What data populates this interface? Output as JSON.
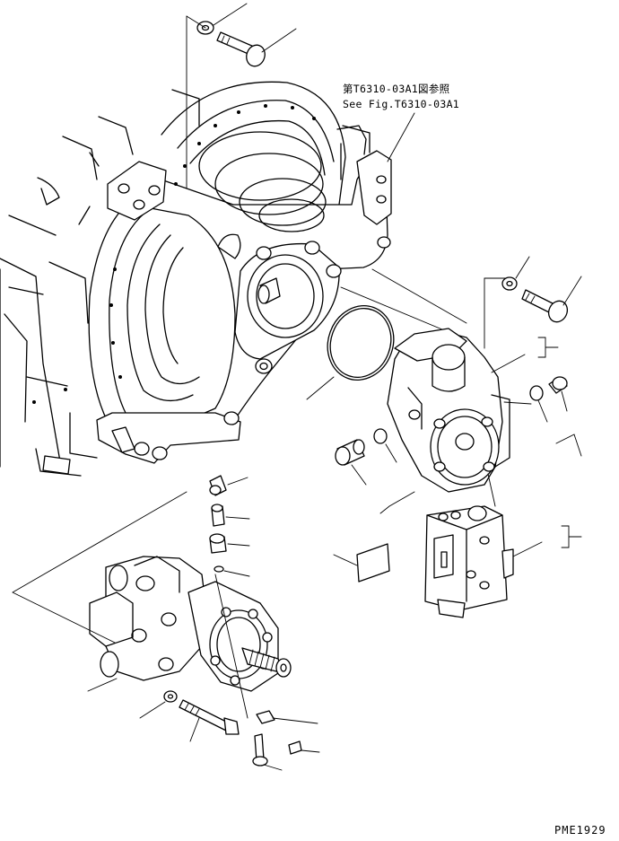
{
  "callout": {
    "ref_japanese": "第T6310-03A1図参照",
    "ref_english": "See Fig.T6310-03A1"
  },
  "footer": {
    "drawing_code": "PME1929"
  },
  "icons": [
    "torque-converter-housing-drawing",
    "hydraulic-pump-drawing",
    "control-valve-drawing",
    "charge-pump-drawing",
    "bolt-icon",
    "washer-icon",
    "o-ring-icon",
    "plug-icon"
  ]
}
